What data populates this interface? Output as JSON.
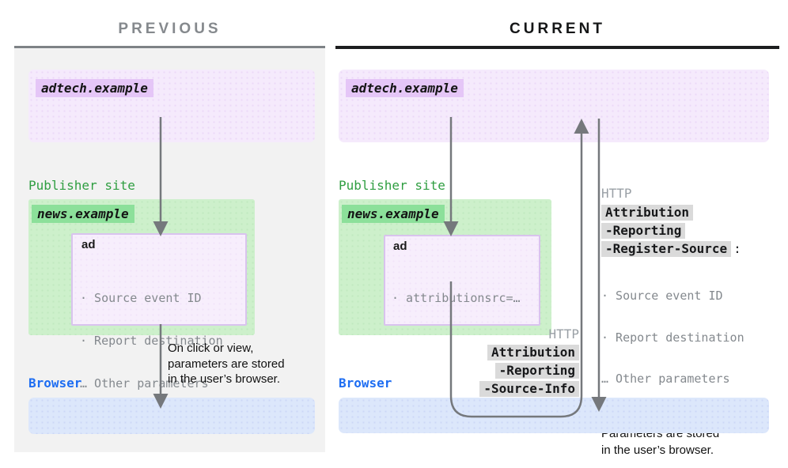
{
  "header": {
    "previous_title": "PREVIOUS",
    "current_title": "CURRENT"
  },
  "previous": {
    "adtech_label": "adtech.example",
    "publisher_label": "Publisher site",
    "news_label": "news.example",
    "ad_title": "ad",
    "ad_params": [
      "· Source event ID",
      "· Report destination",
      "… Other parameters"
    ],
    "note": "On click or view,\nparameters are stored\nin the user’s browser.",
    "browser_label": "Browser"
  },
  "current": {
    "adtech_label": "adtech.example",
    "publisher_label": "Publisher site",
    "news_label": "news.example",
    "ad_title": "ad",
    "ad_params": [
      "· attributionsrc=…"
    ],
    "http_register_source": {
      "protocol": "HTTP",
      "lines": [
        "Attribution",
        "-Reporting",
        "-Register-Source"
      ],
      "colon": ":",
      "params": [
        "· Source event ID",
        "· Report destination",
        "… Other parameters"
      ]
    },
    "note": "Parameters are stored\nin the user’s browser.",
    "http_source_info": {
      "protocol": "HTTP",
      "lines": [
        "Attribution",
        "-Reporting",
        "-Source-Info"
      ]
    },
    "browser_label": "Browser"
  },
  "colors": {
    "purple_box": "#f5eafc",
    "purple_highlight": "#e5c6f7",
    "green_box": "#cdf0cb",
    "green_highlight": "#8ce09a",
    "green_text": "#2f9e41",
    "blue_box": "#dce7fb",
    "blue_text": "#1f6ef2",
    "gray_highlight": "#dadada",
    "gray_text": "#84898e",
    "gray_light_text": "#9aa0a6",
    "arrow": "#75787c"
  }
}
